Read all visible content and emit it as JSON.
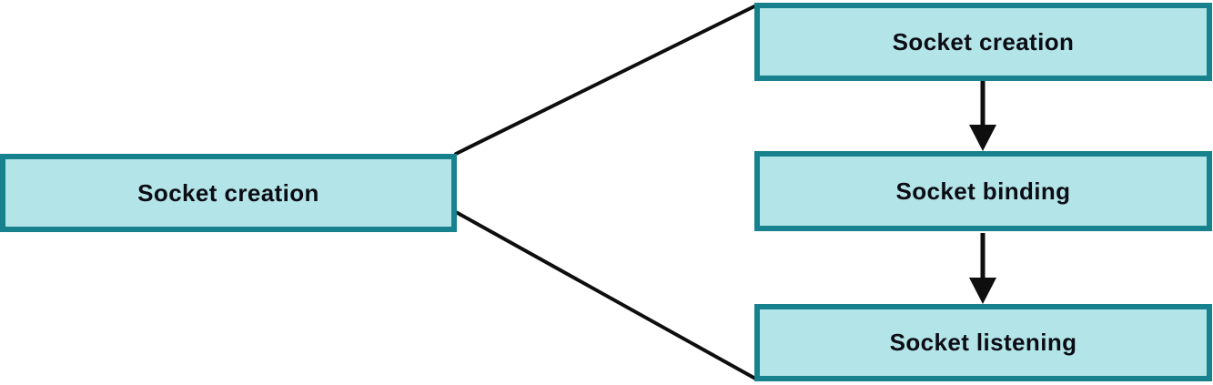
{
  "theme": {
    "background": "#ffffff",
    "node_fill": "#b3e5e8",
    "node_border": "#17828d",
    "line_color": "#0e0e0e",
    "text_color": "#0c0c14"
  },
  "nodes": {
    "left": {
      "label": "Socket creation"
    },
    "right_top": {
      "label": "Socket creation"
    },
    "right_middle": {
      "label": "Socket binding"
    },
    "right_bottom": {
      "label": "Socket listening"
    }
  }
}
